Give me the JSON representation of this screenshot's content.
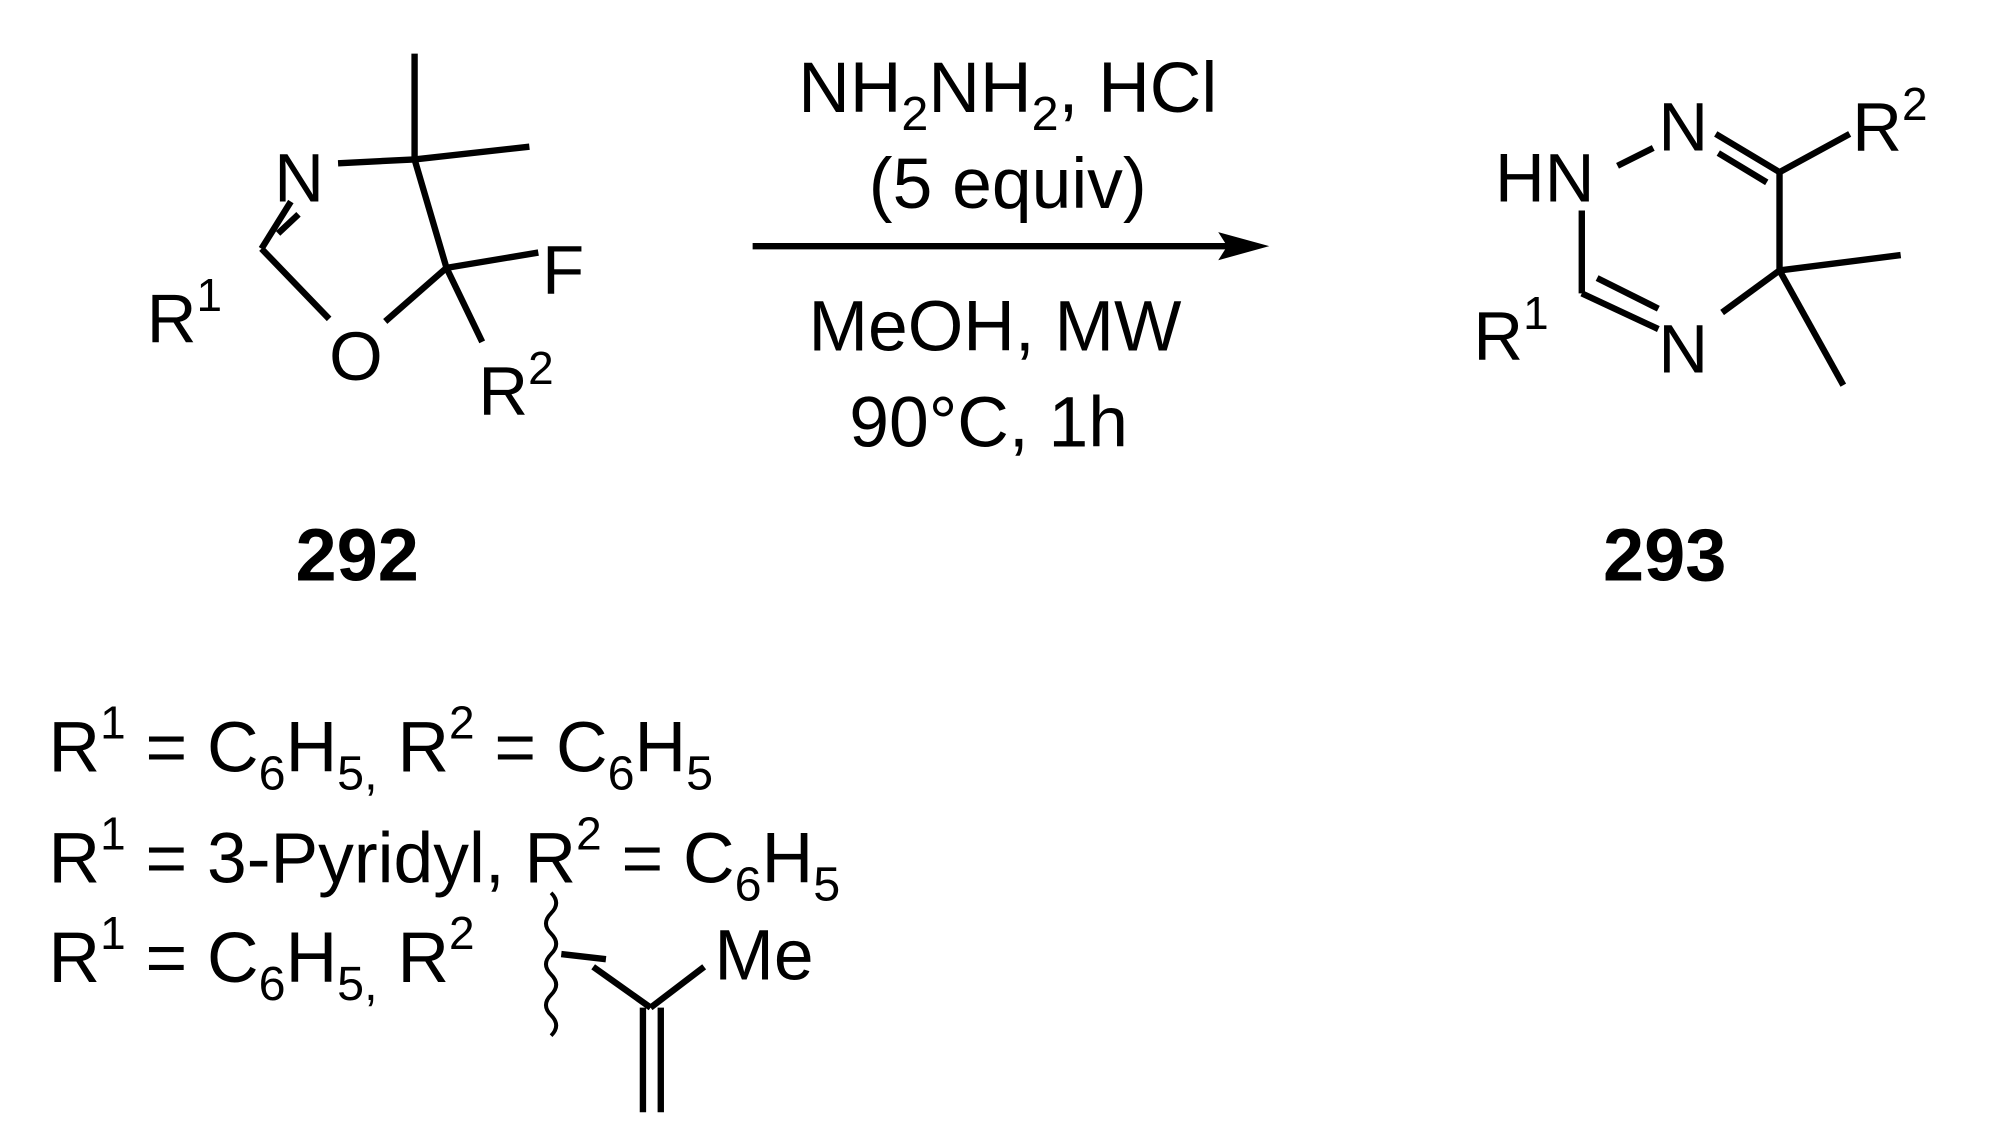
{
  "reactant": {
    "label": "292",
    "atoms": {
      "N": "N",
      "O": "O",
      "F": "F",
      "R": "R",
      "r1_sup": "1",
      "r2_sup": "2"
    }
  },
  "product": {
    "label": "293",
    "atoms": {
      "HN": "HN",
      "N": "N",
      "R": "R",
      "r1_sup": "1",
      "r2_sup": "2"
    }
  },
  "conditions": {
    "reagent": {
      "a": "NH",
      "a_sub": "2",
      "b": "NH",
      "b_sub": "2",
      "c": ", HCl"
    },
    "equiv": "(5 equiv)",
    "solvent": "MeOH, MW",
    "temp_time": "90°C, 1h"
  },
  "substituents": [
    {
      "r1": "R",
      "r1_sup": "1",
      "eq1": " = C",
      "c_sub": "6",
      "h": "H",
      "h_sub": "5,",
      "r2": " R",
      "r2_sup": "2",
      "eq2": " = C",
      "c2_sub": "6",
      "h2": "H",
      "h2_sub": "5"
    },
    {
      "r1": "R",
      "r1_sup": "1",
      "eq1": " = 3-Pyridyl, R",
      "r2_sup": "2",
      "eq2": " = C",
      "c2_sub": "6",
      "h2": "H",
      "h2_sub": "5"
    },
    {
      "r1": "R",
      "r1_sup": "1",
      "eq1": " = C",
      "c_sub": "6",
      "h": "H",
      "h_sub": "5,",
      "r2": " R",
      "r2_sup": "2",
      "me": "Me"
    }
  ]
}
